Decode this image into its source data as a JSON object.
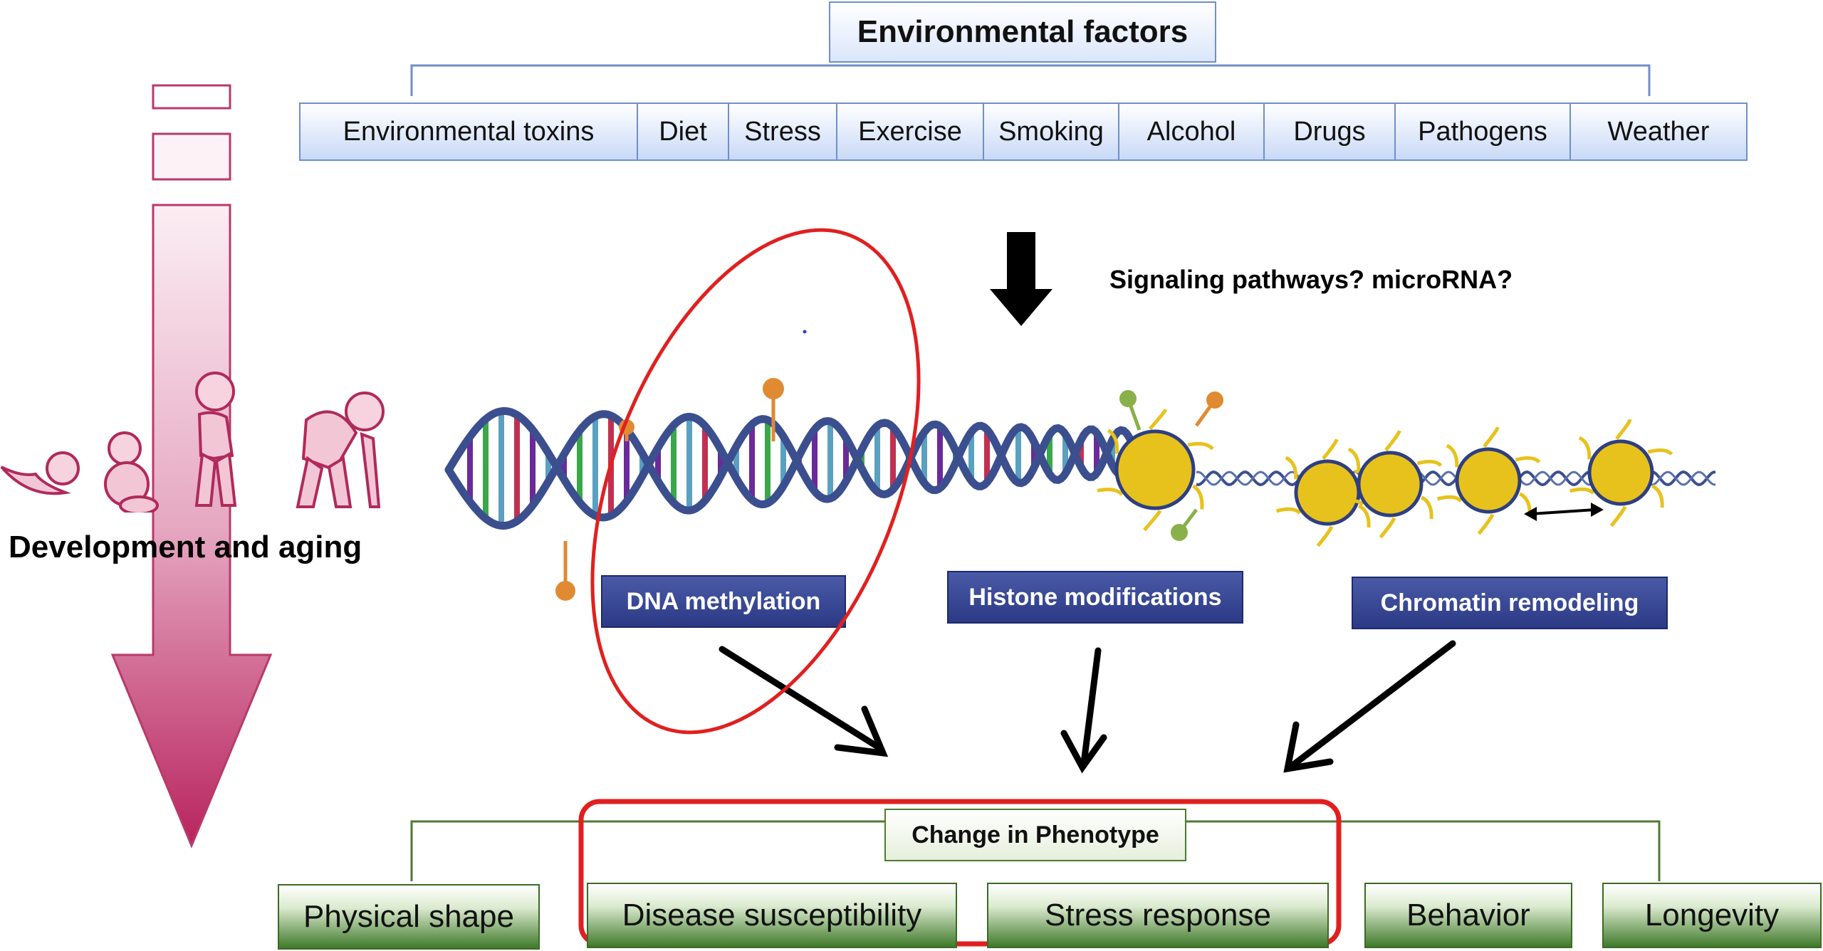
{
  "environment": {
    "title": "Environmental factors",
    "factors": [
      "Environmental toxins",
      "Diet",
      "Stress",
      "Exercise",
      "Smoking",
      "Alcohol",
      "Drugs",
      "Pathogens",
      "Weather"
    ]
  },
  "signaling_note": "Signaling pathways? microRNA?",
  "development": {
    "label": "Development and aging",
    "stages_icon": "human-life-stages-icon"
  },
  "mechanisms": [
    "DNA methylation",
    "Histone modifications",
    "Chromatin remodeling"
  ],
  "phenotype": {
    "title": "Change in Phenotype",
    "outcomes": [
      "Physical shape",
      "Disease susceptibility",
      "Stress response",
      "Behavior",
      "Longevity"
    ]
  },
  "colors": {
    "environment_box": "#c9d9f7",
    "environment_border": "#6f8fc9",
    "mechanism_box": "#2c3a86",
    "phenotype_box": "#3f7a2a",
    "highlight": "#e02020",
    "aging_arrow": "#c2306a",
    "dna_backbone": "#3b4f8f",
    "nucleosome": "#e8c21c",
    "methyl_group": "#e08a32"
  }
}
